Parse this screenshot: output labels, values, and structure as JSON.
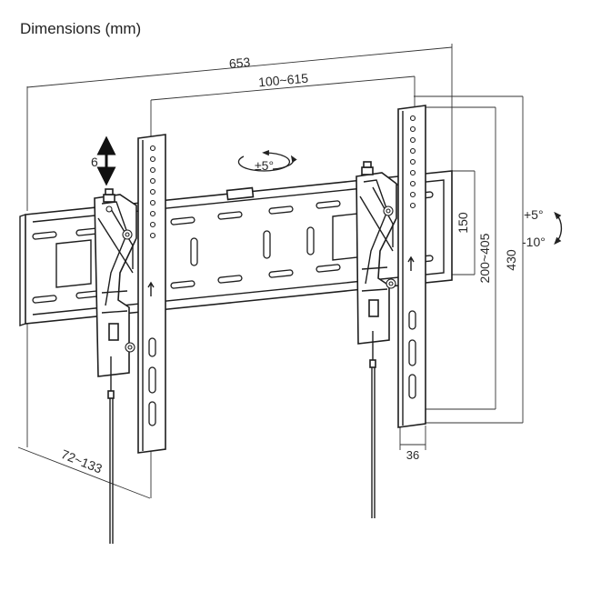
{
  "header": {
    "title": "Dimensions (mm)"
  },
  "dimensions": {
    "overall_width": "653",
    "vesa_horizontal": "100~615",
    "arm_travel": "6",
    "swivel": "±5°",
    "wall_plate_height": "150",
    "vesa_vertical": "200~405",
    "overall_height": "430",
    "tilt_up": "+5°",
    "tilt_down": "-10°",
    "depth": "72~133",
    "arm_width": "36"
  },
  "colors": {
    "line": "#1e1e1e",
    "background": "#ffffff",
    "text": "#2a2a2a"
  }
}
